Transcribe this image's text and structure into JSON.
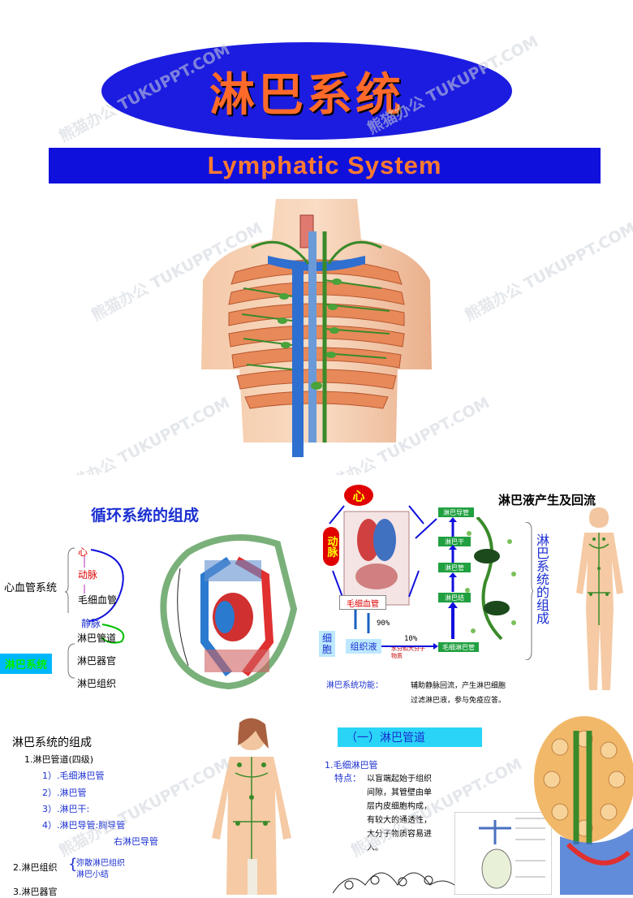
{
  "slide1": {
    "title": "淋巴系统",
    "subtitle": "Lymphatic System",
    "watermark": "熊猫办公 TUKUPPT.COM"
  },
  "slide2": {
    "left_title": "循环系统的组成",
    "cardio_label": "心血管系统",
    "lymph_label": "淋巴系统",
    "cardio_items": [
      "心",
      "动脉",
      "毛细血管",
      "静脉"
    ],
    "lymph_items": [
      "淋巴管道",
      "淋巴器官",
      "淋巴组织"
    ],
    "right_title": "淋巴液产生及回流",
    "heart_label": "心",
    "artery_label": "动脉",
    "vein_label": "静脉",
    "capillary_label": "毛细血管",
    "cell_label": "细胞",
    "tissue_fluid_label": "组织液",
    "pct_90": "90%",
    "pct_10": "10%",
    "macromolecule_label": "水分和大分子物质",
    "lymph_stack": [
      "淋巴导管",
      "淋巴干",
      "淋巴管",
      "淋巴结",
      "毛细淋巴管"
    ],
    "vertical_label": "淋巴系统的组成",
    "function_label": "淋巴系统功能：",
    "function_text_1": "辅助静脉回流，产生淋巴细胞",
    "function_text_2": "过滤淋巴液，参与免疫应答。"
  },
  "slide3": {
    "heading": "淋巴系统的组成",
    "item1": "1.淋巴管道(四级)",
    "sub1": "1）.毛细淋巴管",
    "sub2": "2）.淋巴管",
    "sub3": "3）.淋巴干:",
    "sub4": "4）.淋巴导管:胸导管",
    "sub4b": "右淋巴导管",
    "item2": "2.淋巴组织",
    "item2a": "弥散淋巴组织",
    "item2b": "淋巴小结",
    "item3": "3.淋巴器官",
    "section_title": "（一）淋巴管道",
    "capillary_heading": "1.毛细淋巴管",
    "feature_label": "特点：",
    "feature_lines": [
      "以盲端起始于组织",
      "间隙，其管壁由单",
      "层内皮细胞构成，",
      "有较大的通透性，",
      "大分子物质容易进",
      "入。"
    ]
  },
  "colors": {
    "title_blue": "#1c1ce0",
    "title_orange": "#ff6a2a",
    "lymph_green": "#00a000",
    "heading_blue": "#1a2fd0",
    "cyan": "#29d4f7"
  }
}
